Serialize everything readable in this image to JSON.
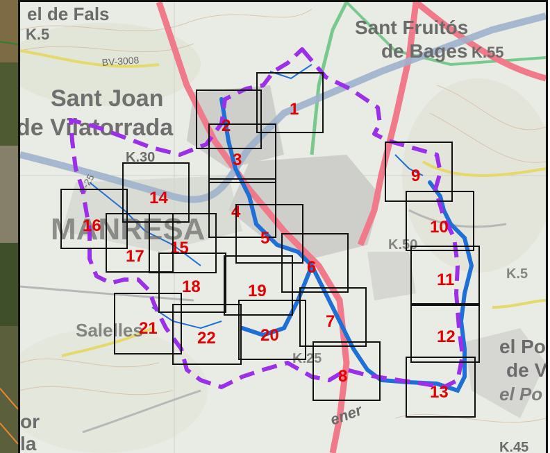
{
  "map": {
    "places": [
      {
        "id": "el-fals",
        "text": "el de Fals"
      },
      {
        "id": "k5-top",
        "text": "K.5"
      },
      {
        "id": "sant-fruitos-1",
        "text": "Sant Fruitós"
      },
      {
        "id": "sant-fruitos-2",
        "text": "de Bages"
      },
      {
        "id": "k55",
        "text": "K.55"
      },
      {
        "id": "bv3008",
        "text": "BV-3008"
      },
      {
        "id": "sant-joan-1",
        "text": "Sant Joan"
      },
      {
        "id": "sant-joan-2",
        "text": "de Vilatorrada"
      },
      {
        "id": "k30",
        "text": "K.30"
      },
      {
        "id": "c25",
        "text": "C-25"
      },
      {
        "id": "manresa",
        "text": "MANRESA"
      },
      {
        "id": "salelles",
        "text": "Salelles"
      },
      {
        "id": "el-pont-1",
        "text": "el Po"
      },
      {
        "id": "el-pont-2",
        "text": "de V"
      },
      {
        "id": "el-pont-3",
        "text": "el Po"
      },
      {
        "id": "k45",
        "text": "K.45"
      },
      {
        "id": "or-la",
        "text": "or"
      },
      {
        "id": "la",
        "text": "la"
      },
      {
        "id": "k25",
        "text": "K.25"
      },
      {
        "id": "k50",
        "text": "K.50"
      },
      {
        "id": "k55-right",
        "text": "K.5"
      },
      {
        "id": "ener",
        "text": "ener"
      }
    ],
    "tiles": [
      {
        "label": "1",
        "highlighted": false
      },
      {
        "label": "2",
        "highlighted": false
      },
      {
        "label": "3",
        "highlighted": false
      },
      {
        "label": "4",
        "highlighted": false
      },
      {
        "label": "5",
        "highlighted": false
      },
      {
        "label": "6",
        "highlighted": false
      },
      {
        "label": "7",
        "highlighted": false
      },
      {
        "label": "8",
        "highlighted": false
      },
      {
        "label": "9",
        "highlighted": false
      },
      {
        "label": "10",
        "highlighted": true
      },
      {
        "label": "11",
        "highlighted": false
      },
      {
        "label": "12",
        "highlighted": false
      },
      {
        "label": "13",
        "highlighted": false
      },
      {
        "label": "14",
        "highlighted": false
      },
      {
        "label": "15",
        "highlighted": false
      },
      {
        "label": "16",
        "highlighted": false
      },
      {
        "label": "17",
        "highlighted": false
      },
      {
        "label": "18",
        "highlighted": false
      },
      {
        "label": "19",
        "highlighted": false
      },
      {
        "label": "20",
        "highlighted": false
      },
      {
        "label": "21",
        "highlighted": false
      },
      {
        "label": "22",
        "highlighted": false
      }
    ],
    "colors": {
      "tile_number": "#e30000",
      "highlight_frame": "#e30000",
      "boundary": "#9b30e8",
      "river": "#1e6fd6",
      "main_road": "#f07a8a",
      "secondary_road": "#79c98f",
      "background": "#e9ece4"
    }
  }
}
